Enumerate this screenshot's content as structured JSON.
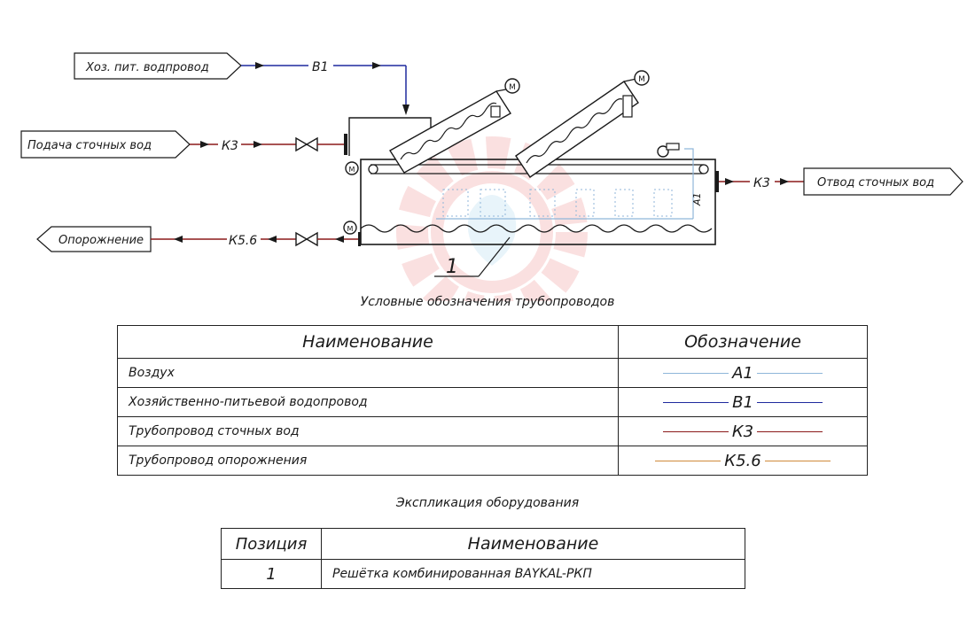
{
  "colors": {
    "air": "#8fb6d9",
    "water": "#1f2a9e",
    "sewage": "#8b1a1a",
    "drain": "#d08a3a",
    "line": "#1a1a1a",
    "watermark": "#f6c7c7"
  },
  "scheme": {
    "inlet_water_label": "Хоз. пит. водпровод",
    "inlet_sewage_label": "Подача сточных вод",
    "outlet_sewage_label": "Отвод сточных вод",
    "drain_label": "Опорожнение",
    "code_water": "В1",
    "code_sewage_in": "К3",
    "code_sewage_out": "К3",
    "code_drain": "К5.6",
    "code_air": "А1",
    "motor_label": "М",
    "callout_number": "1"
  },
  "legend": {
    "title": "Условные обозначения трубопроводов",
    "header_name": "Наименование",
    "header_symbol": "Обозначение",
    "rows": [
      {
        "name": "Воздух",
        "code": "А1",
        "color_key": "air"
      },
      {
        "name": "Хозяйственно-питьевой водопровод",
        "code": "В1",
        "color_key": "water"
      },
      {
        "name": "Трубопровод сточных вод",
        "code": "К3",
        "color_key": "sewage"
      },
      {
        "name": "Трубопровод опорожнения",
        "code": "К5.6",
        "color_key": "drain"
      }
    ]
  },
  "equipment": {
    "title": "Экспликация оборудования",
    "header_position": "Позиция",
    "header_name": "Наименование",
    "rows": [
      {
        "position": "1",
        "name": "Решётка комбинированная BAYKAL-РКП"
      }
    ]
  }
}
